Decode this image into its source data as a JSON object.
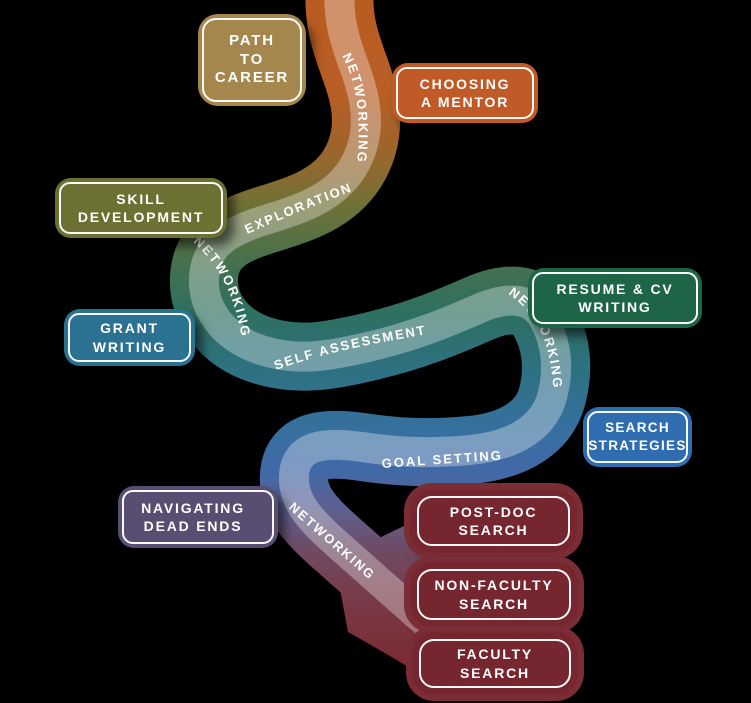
{
  "title": "Path to Career winding-road diagram",
  "background_color": "#000000",
  "road": {
    "description": "Serpentine road flowing top-to-bottom through career stages",
    "gradient_colors_top_to_bottom": [
      "#b95c22",
      "#97672e",
      "#6f7136",
      "#47714d",
      "#2d6f62",
      "#2e7181",
      "#35709d",
      "#4169a8",
      "#5e6090",
      "#6f4a63",
      "#783a47",
      "#7b2a33"
    ],
    "inner_lane_highlight": "rgba(255,255,255,0.34)"
  },
  "signs": {
    "path_to_career": {
      "lines": [
        "PATH",
        "TO",
        "CAREER"
      ],
      "color": "#a5874e"
    },
    "choosing_a_mentor": {
      "lines": [
        "CHOOSING",
        "A MENTOR"
      ],
      "color": "#c05a26"
    },
    "skill_development": {
      "lines": [
        "SKILL",
        "DEVELOPMENT"
      ],
      "color": "#6d7033"
    },
    "grant_writing": {
      "lines": [
        "GRANT",
        "WRITING"
      ],
      "color": "#2b7292"
    },
    "resume_cv_writing": {
      "lines": [
        "RESUME & CV",
        "WRITING"
      ],
      "color": "#1e6547"
    },
    "search_strategies": {
      "lines": [
        "SEARCH",
        "STRATEGIES"
      ],
      "color": "#2f6cb0"
    },
    "navigating_dead_ends": {
      "lines": [
        "NAVIGATING",
        "DEAD ENDS"
      ],
      "color": "#574e72"
    },
    "post_doc_search": {
      "lines": [
        "POST-DOC",
        "SEARCH"
      ],
      "color": "#76262f"
    },
    "non_faculty_search": {
      "lines": [
        "NON-FACULTY",
        "SEARCH"
      ],
      "color": "#76262f"
    },
    "faculty_search": {
      "lines": [
        "FACULTY",
        "SEARCH"
      ],
      "color": "#76262f"
    }
  },
  "road_labels": {
    "networking_1": "NETWORKING",
    "exploration": "EXPLORATION",
    "networking_2": "NETWORKING",
    "self_assessment": "SELF ASSESSMENT",
    "networking_3": "NETWORKING",
    "goal_setting": "GOAL SETTING",
    "networking_4": "NETWORKING"
  }
}
